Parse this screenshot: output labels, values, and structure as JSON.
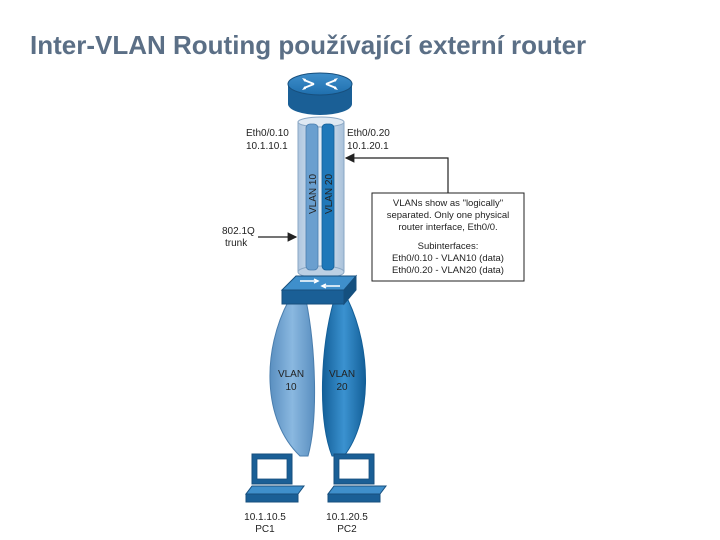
{
  "title": "Inter-VLAN Routing používající externí router",
  "router": {
    "left_interface": "Eth0/0.10",
    "left_ip": "10.1.10.1",
    "right_interface": "Eth0/0.20",
    "right_ip": "10.1.20.1"
  },
  "trunk": {
    "vlan10_label": "VLAN 10",
    "vlan20_label": "VLAN 20",
    "trunk_label_line1": "802.1Q",
    "trunk_label_line2": "trunk"
  },
  "callout": {
    "lines": [
      "VLANs show as \"logically\"",
      "separated. Only one physical",
      "router interface, Eth0/0.",
      "Subinterfaces:",
      "Eth0/0.10 - VLAN10 (data)",
      "Eth0/0.20 - VLAN20 (data)"
    ]
  },
  "access_links": {
    "vlan10_line1": "VLAN",
    "vlan10_line2": "10",
    "vlan20_line1": "VLAN",
    "vlan20_line2": "20"
  },
  "pcs": [
    {
      "ip": "10.1.10.5",
      "name": "PC1"
    },
    {
      "ip": "10.1.20.5",
      "name": "PC2"
    }
  ],
  "colors": {
    "title": "#5b6f86",
    "vlan10": "#6a9fcf",
    "vlan20": "#1f78b9",
    "router": "#1f6fae",
    "trunk_pipe": "#c9d9ea"
  }
}
